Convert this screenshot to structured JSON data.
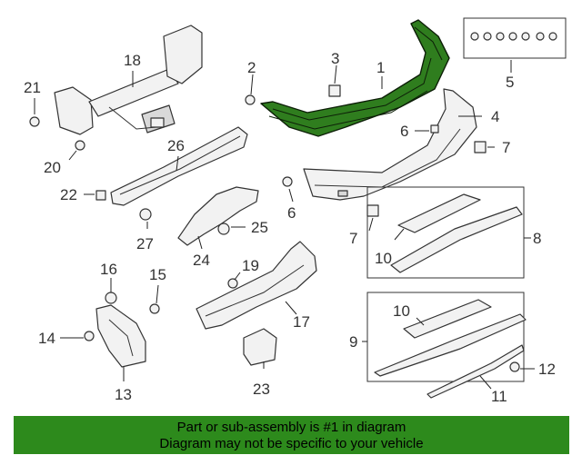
{
  "callouts": {
    "c1": "1",
    "c2": "2",
    "c3": "3",
    "c4": "4",
    "c5": "5",
    "c6a": "6",
    "c6b": "6",
    "c7a": "7",
    "c7b": "7",
    "c8": "8",
    "c9": "9",
    "c10a": "10",
    "c10b": "10",
    "c11": "11",
    "c12": "12",
    "c13": "13",
    "c14": "14",
    "c15": "15",
    "c16": "16",
    "c17": "17",
    "c18": "18",
    "c19": "19",
    "c20": "20",
    "c21": "21",
    "c22": "22",
    "c23": "23",
    "c24": "24",
    "c25": "25",
    "c26": "26",
    "c27": "27"
  },
  "banner": {
    "line1": "Part or sub-assembly is #1 in diagram",
    "line2": "Diagram may not be specific to your vehicle"
  },
  "colors": {
    "highlight": "#2f7d1e",
    "banner": "#2d8a1c"
  }
}
